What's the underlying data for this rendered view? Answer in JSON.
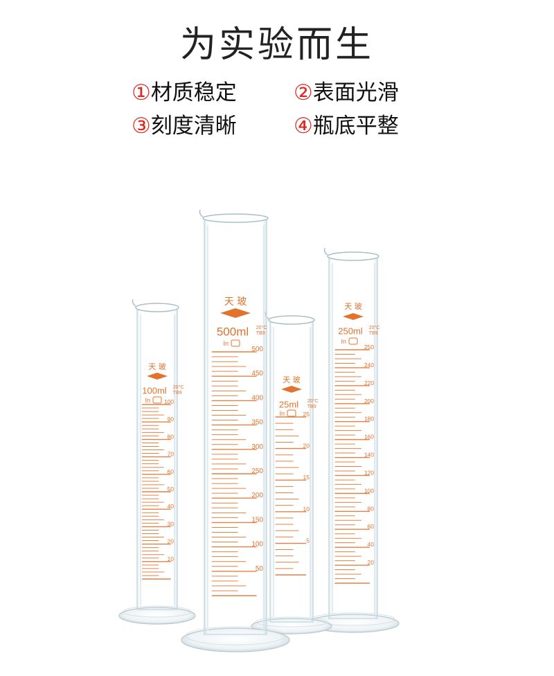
{
  "title": "为实验而生",
  "features": [
    {
      "num": "①",
      "text": "材质稳定"
    },
    {
      "num": "②",
      "text": "表面光滑"
    },
    {
      "num": "③",
      "text": "刻度清晰"
    },
    {
      "num": "④",
      "text": "瓶底平整"
    }
  ],
  "brand": "天玻",
  "colors": {
    "scale": "#e3722c",
    "glass": "#c9dbe4",
    "accent_number": "#e0261c"
  },
  "cylinders": [
    {
      "capacity": "100ml",
      "temp": "20°C",
      "grade": "TB9",
      "mark": "In",
      "ticks": [
        "100",
        "90",
        "80",
        "70",
        "60",
        "50",
        "40",
        "30",
        "20",
        "10"
      ]
    },
    {
      "capacity": "500ml",
      "temp": "20°C",
      "grade": "TB9",
      "mark": "In",
      "ticks": [
        "500",
        "450",
        "400",
        "350",
        "300",
        "250",
        "200",
        "150",
        "100",
        "50"
      ]
    },
    {
      "capacity": "25ml",
      "temp": "20°C",
      "grade": "TB9",
      "mark": "In",
      "ticks": [
        "25",
        "20",
        "15",
        "10",
        "5"
      ]
    },
    {
      "capacity": "250ml",
      "temp": "20°C",
      "grade": "TB9",
      "mark": "In",
      "ticks": [
        "250",
        "240",
        "220",
        "200",
        "180",
        "160",
        "140",
        "120",
        "100",
        "80",
        "60",
        "40",
        "20"
      ]
    }
  ]
}
